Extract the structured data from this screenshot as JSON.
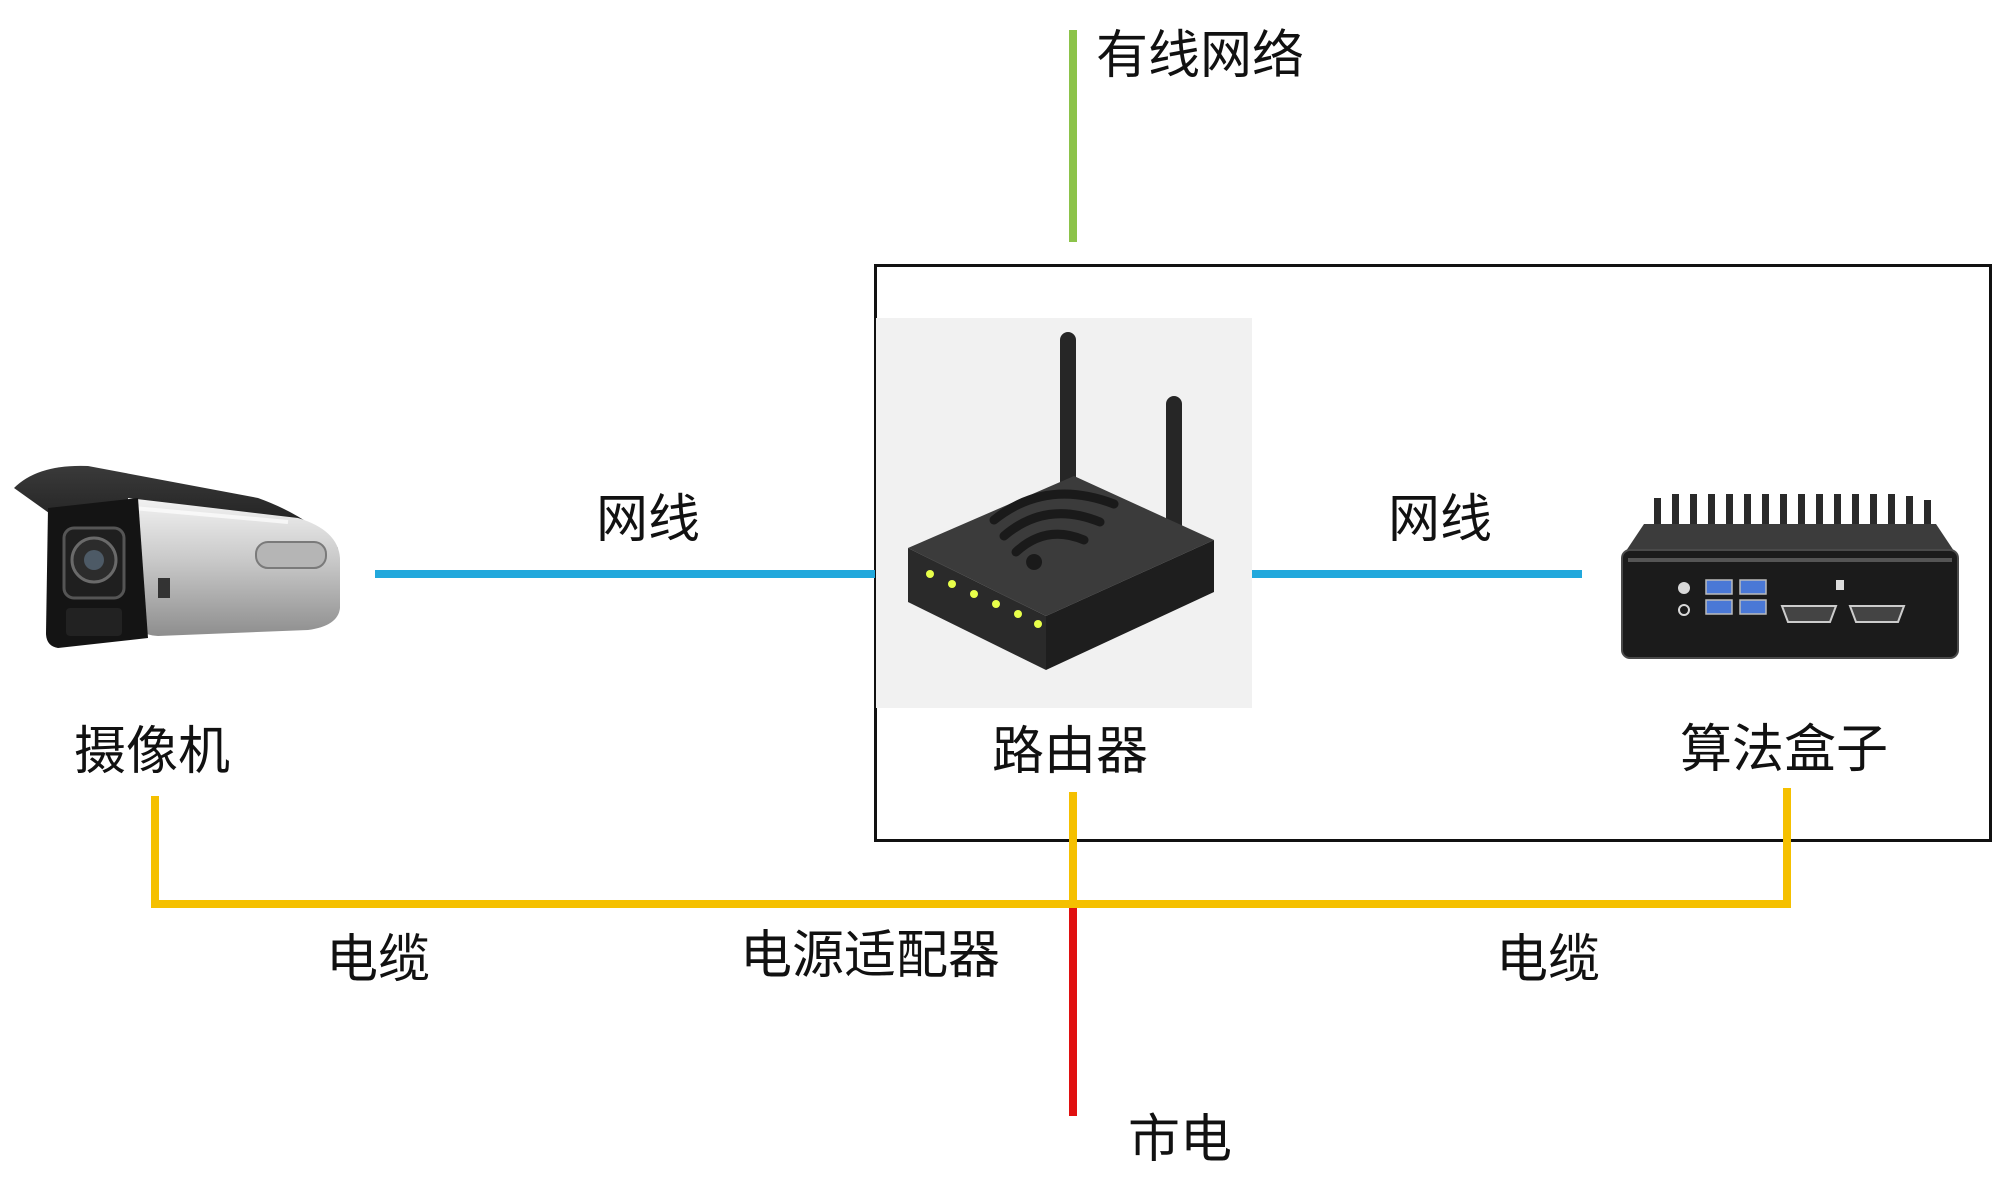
{
  "labels": {
    "wired_network": "有线网络",
    "cable_left": "网线",
    "cable_right": "网线",
    "camera": "摄像机",
    "router": "路由器",
    "algo_box": "算法盒子",
    "power_cable_left": "电缆",
    "power_adapter": "电源适配器",
    "power_cable_right": "电缆",
    "mains": "市电"
  },
  "colors": {
    "wired_network_line": "#8CC34A",
    "network_cable_line": "#22A8DC",
    "power_cable_line": "#F5C000",
    "mains_line": "#E01010",
    "enclosure_border": "#111111"
  },
  "devices": {
    "camera_icon": "bullet-camera-icon",
    "router_icon": "wifi-router-icon",
    "algo_box_icon": "fanless-mini-pc-icon"
  }
}
